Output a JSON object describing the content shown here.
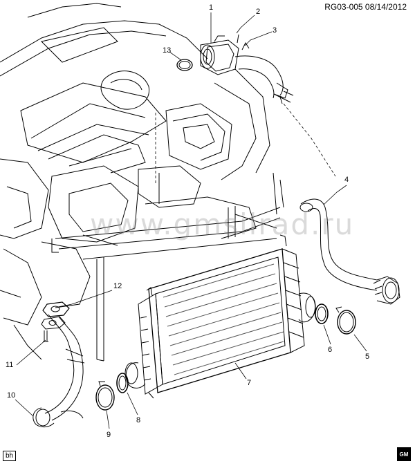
{
  "reference_code": "RG03-005 08/14/2012",
  "watermark": "www.gmsilrad.ru",
  "corner_tag": "bh",
  "logo_text": "GM",
  "callouts": {
    "c1": "1",
    "c2": "2",
    "c3": "3",
    "c4": "4",
    "c5": "5",
    "c6": "6",
    "c7": "7",
    "c8": "8",
    "c9": "9",
    "c10": "10",
    "c11": "11",
    "c12": "12",
    "c13": "13"
  }
}
